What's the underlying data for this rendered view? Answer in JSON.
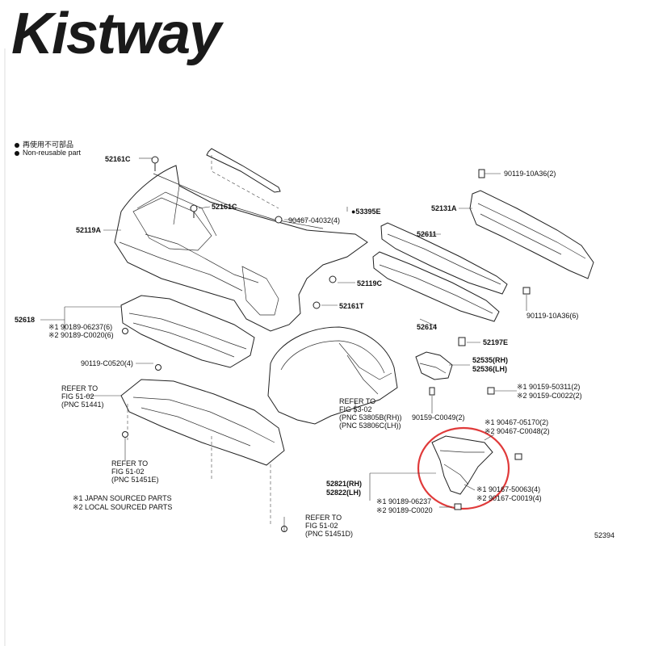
{
  "brand": {
    "logo_text": "Kistway"
  },
  "legend": {
    "non_reusable_cn": "再使用不可部品",
    "non_reusable_en": "Non-reusable part"
  },
  "labels": {
    "l52161c_top": "52161C",
    "l52161c_mid": "52161C",
    "l52119a": "52119A",
    "l90467_04032": "90467-04032(4)",
    "l53395e": "●53395E",
    "l52119c": "52119C",
    "l52161t": "52161T",
    "l52618": "52618",
    "l90189_06237_6": "※1 90189-06237(6)",
    "l90189_c0020_6": "※2 90189-C0020(6)",
    "l90119_c0520": "90119-C0520(4)",
    "refer1_line1": "REFER TO",
    "refer1_line2": "FIG 51-02",
    "refer1_line3": "(PNC 51441)",
    "refer2_line1": "REFER TO",
    "refer2_line2": "FIG 51-02",
    "refer2_line3": "(PNC 51451E)",
    "note1": "※1 JAPAN SOURCED PARTS",
    "note2": "※2 LOCAL SOURCED PARTS",
    "refer3_line1": "REFER TO",
    "refer3_line2": "FIG 51-02",
    "refer3_line3": "(PNC 51451D)",
    "refer4_line1": "REFER TO",
    "refer4_line2": "FIG 53-02",
    "refer4_line3": "(PNC 53805B(RH))",
    "refer4_line4": "(PNC 53806C(LH))",
    "l90119_10a36_2": "90119-10A36(2)",
    "l52131a": "52131A",
    "l52611": "52611",
    "l90119_10a36_6": "90119-10A36(6)",
    "l52614": "52614",
    "l52197e": "52197E",
    "l52535": "52535(RH)",
    "l52536": "52536(LH)",
    "l90159_50311": "※1 90159-50311(2)",
    "l90159_c0022": "※2 90159-C0022(2)",
    "l90159_c0049": "90159-C0049(2)",
    "l90467_05170": "※1 90467-05170(2)",
    "l90467_c0048": "※2 90467-C0048(2)",
    "l52821": "52821(RH)",
    "l52822": "52822(LH)",
    "l90189_06237": "※1 90189-06237",
    "l90189_c0020": "※2 90189-C0020",
    "l90167_50063": "※1 90167-50063(4)",
    "l90167_c0019": "※2 90167-C0019(4)",
    "page_code": "52394"
  },
  "colors": {
    "highlight": "#e03a3a",
    "logo_red": "#e02020"
  }
}
